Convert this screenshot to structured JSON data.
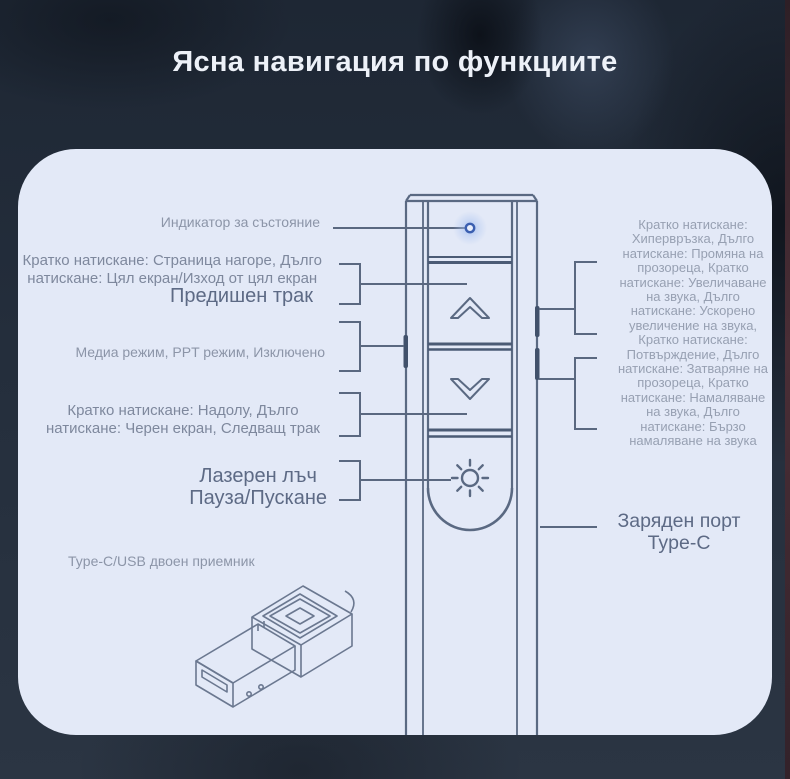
{
  "title": "Ясна навигация по функциите",
  "labels": {
    "status": "Индикатор за състояние",
    "page_up": "Кратко натискане: Страница нагоре, Дълго\nнатискане: Цял екран/Изход от цял екран",
    "prev_track": "Предишен трак",
    "mode": "Медиа режим, PPT режим, Изключено",
    "page_down": "Кратко натискане: Надолу, Дълго\nнатискане: Черен екран, Следващ трак",
    "laser": "Лазерен лъч\nПауза/Пускане",
    "receiver": "Type-C/USB двоен приемник",
    "right_functions": "Кратко натискане:\nХипервръзка, Дълго\nнатискане: Промяна на\nпрозореца, Кратко\nнатискане: Увеличаване\nна звука, Дълго\nнатискане: Ускорено\nувеличение на звука,\nКратко натискане:\nПотвърждение, Дълго\nнатискане: Затваряне на\nпрозореца, Кратко\nнатискане: Намаляване\nна звука, Дълго\nнатискане: Бързо\nнамаляване на звука",
    "charge_port": "Заряден порт\nType-C"
  },
  "icons": {
    "status_led": "status-led-dot",
    "up_button": "chevron-up-icon",
    "down_button": "chevron-down-icon",
    "laser_button": "laser-beam-icon"
  },
  "colors": {
    "background": "#242e3c",
    "panel": "#e3e9f7",
    "outline": "#5a6982",
    "callout_line": "#5a6880",
    "led_accent": "#3b5fb0",
    "title_text": "#edf1f8",
    "label_muted": "#8c95a8",
    "label_strong": "#5d6a85"
  }
}
